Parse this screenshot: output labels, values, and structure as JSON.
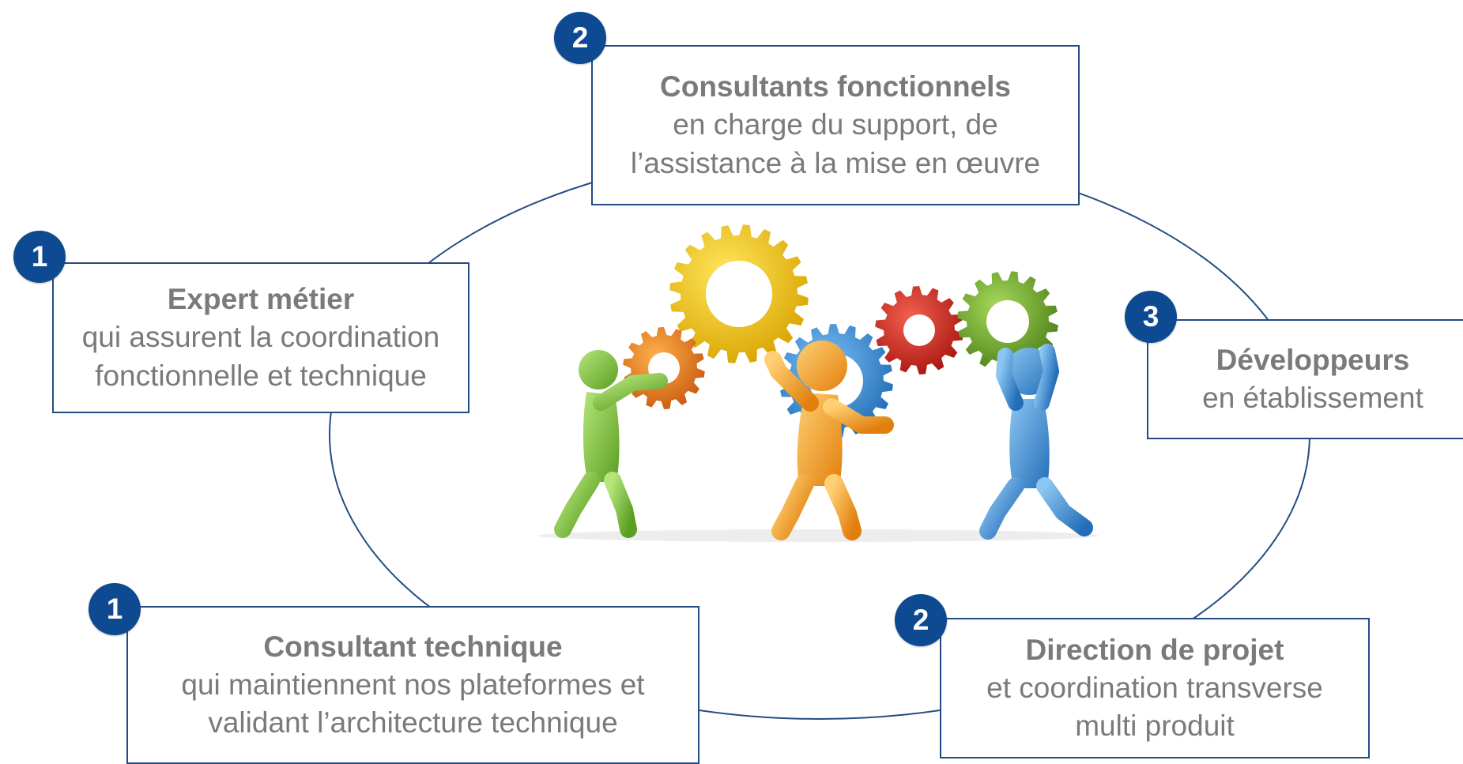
{
  "roles": {
    "expert": {
      "number": "1",
      "title": "Expert métier",
      "lines": [
        "qui assurent la coordination",
        "fonctionnelle et technique"
      ]
    },
    "fonctionnels": {
      "number": "2",
      "title": "Consultants fonctionnels",
      "lines": [
        "en charge du support, de",
        "l’assistance à la mise en œuvre"
      ]
    },
    "developpeurs": {
      "number": "3",
      "title": "Développeurs",
      "lines": [
        "en établissement"
      ]
    },
    "technique": {
      "number": "1",
      "title": "Consultant technique",
      "lines": [
        "qui maintiennent nos plateformes et",
        "validant l’architecture technique"
      ]
    },
    "direction": {
      "number": "2",
      "title": "Direction de projet",
      "lines": [
        "et coordination transverse",
        "multi produit"
      ]
    }
  },
  "colors": {
    "badge": "#0d4a92",
    "border": "#244c82",
    "text": "#7a7a7a",
    "gear_yellow": "#f2c200",
    "gear_orange": "#e8791c",
    "gear_blue": "#3a8fd6",
    "gear_red": "#d9261c",
    "gear_green": "#6aa12a",
    "figure_green": "#7cc23a",
    "figure_orange": "#f5a21b",
    "figure_blue": "#3b8fd8"
  },
  "illustration": "teamwork-gears-icon"
}
